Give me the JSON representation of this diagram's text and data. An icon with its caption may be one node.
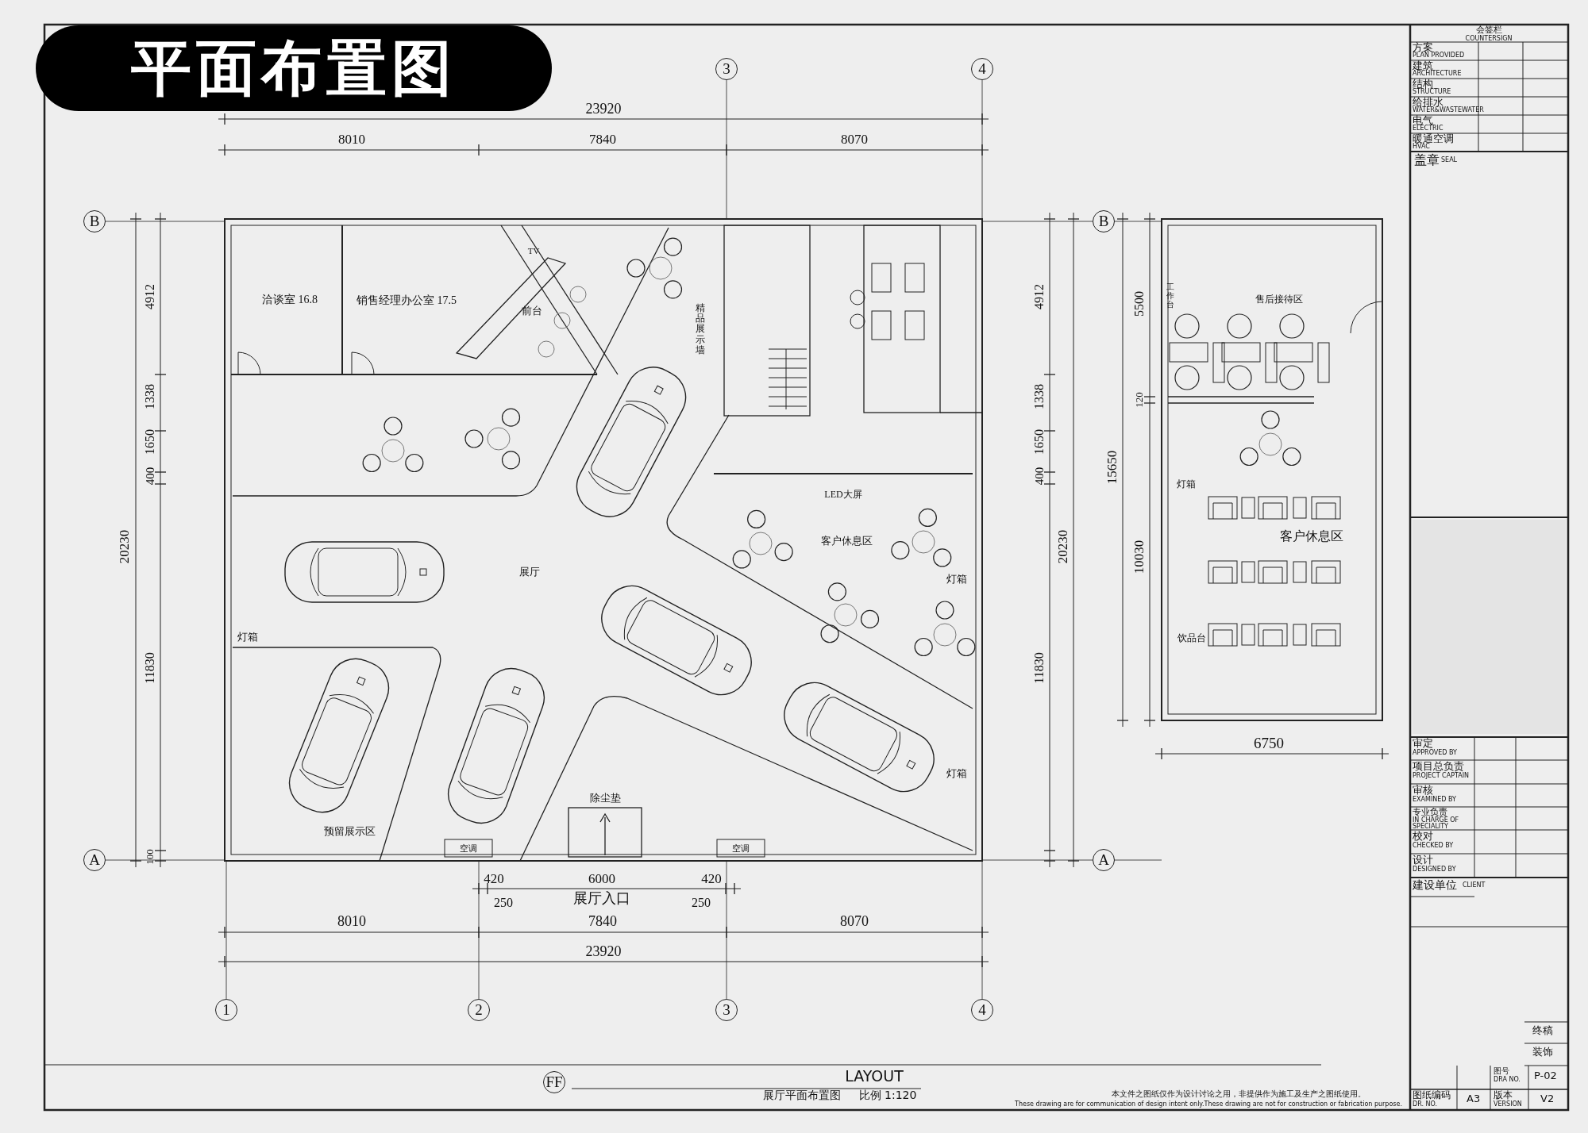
{
  "diagram": {
    "title": "平面布置图",
    "labels": [
      "3",
      "4",
      "23920",
      "8010",
      "7840",
      "8070",
      "B",
      "20230",
      "4912",
      "1338",
      "1650",
      "400",
      "11830",
      "100",
      "A",
      "4912",
      "1338",
      "1650",
      "400",
      "20230",
      "11830",
      "B",
      "A",
      "洽谈室 16.8",
      "销售经理办公室 17.5",
      "TV",
      "前台",
      "精品展示墙",
      "LED大屏",
      "客户休息区",
      "展厅",
      "灯箱",
      "灯箱",
      "灯箱",
      "预留展示区",
      "除尘垫",
      "空调",
      "空调",
      "420",
      "6000",
      "420",
      "250",
      "250",
      "展厅入口",
      "8010",
      "7840",
      "8070",
      "23920",
      "1",
      "2",
      "3",
      "4",
      "5500",
      "120",
      "15650",
      "10030",
      "售后接待区",
      "工作台",
      "灯箱",
      "客户休息区",
      "饮品台",
      "6750",
      "会签栏",
      "COUNTERSIGN",
      "方案",
      "PLAN PROVIDED",
      "建筑",
      "ARCHITECTURE",
      "结构",
      "STRUCTURE",
      "给排水",
      "WATER&WASTEWATER",
      "电气",
      "ELECTRIC",
      "暖通空调",
      "HVAC",
      "盖章",
      "SEAL",
      "审定",
      "APPROVED BY",
      "项目总负责",
      "PROJECT CAPTAIN",
      "审核",
      "EXAMINED BY",
      "专业负责",
      "IN CHARGE OF SPECIALITY",
      "校对",
      "CHECKED BY",
      "设计",
      "DESIGNED BY",
      "建设单位",
      "CLIENT",
      "终稿",
      "装饰",
      "图号",
      "DRA NO.",
      "P-02",
      "图纸编码",
      "DR. NO.",
      "A3",
      "版本",
      "VERSION",
      "V2",
      "FF",
      "LAYOUT",
      "展厅平面布置图",
      "比例 1:120",
      "本文件之图纸仅作为设计讨论之用，非提供作为施工及生产之图纸使用。",
      "These drawing are for communication of design intent only.These drawing are not for construction or fabrication purpose."
    ]
  }
}
